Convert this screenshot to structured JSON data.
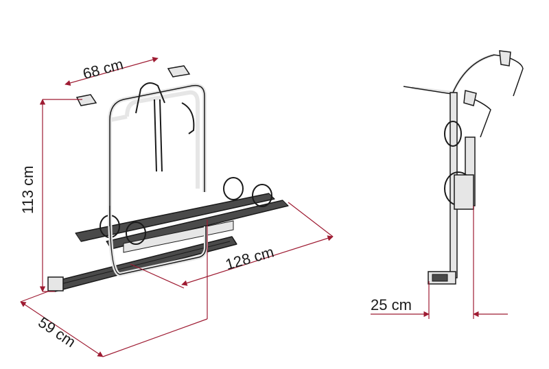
{
  "colors": {
    "dimension": "#9e1b32",
    "outline": "#1a1a1a",
    "frame_fill": "#e6e6e6",
    "rail_fill": "#4a4a4a",
    "background": "#ffffff"
  },
  "dimensions": {
    "width_top": "68 cm",
    "height": "113 cm",
    "rail_length": "128 cm",
    "depth": "59 cm",
    "side_offset": "25 cm"
  },
  "views": [
    "front-perspective-view",
    "side-view"
  ]
}
